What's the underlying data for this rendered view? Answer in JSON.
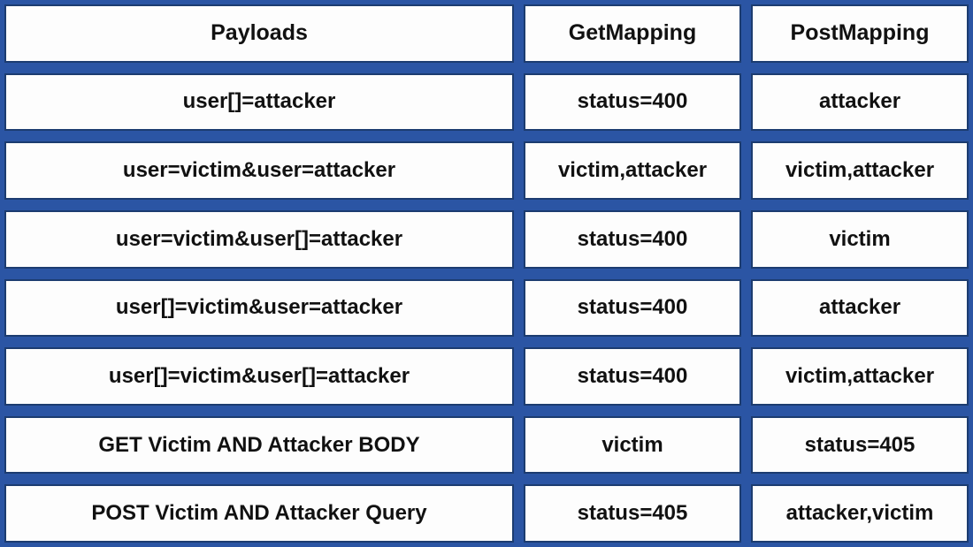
{
  "colors": {
    "background_blue": "#2b55a4",
    "cell_border_blue": "#1c3c70",
    "cell_background": "#fdfdfd",
    "text": "#111111"
  },
  "chart_data": {
    "type": "table",
    "columns": [
      "Payloads",
      "GetMapping",
      "PostMapping"
    ],
    "rows": [
      [
        "user[]=attacker",
        "status=400",
        "attacker"
      ],
      [
        "user=victim&user=attacker",
        "victim,attacker",
        "victim,attacker"
      ],
      [
        "user=victim&user[]=attacker",
        "status=400",
        "victim"
      ],
      [
        "user[]=victim&user=attacker",
        "status=400",
        "attacker"
      ],
      [
        "user[]=victim&user[]=attacker",
        "status=400",
        "victim,attacker"
      ],
      [
        "GET Victim AND Attacker BODY",
        "victim",
        "status=405"
      ],
      [
        "POST Victim AND Attacker Query",
        "status=405",
        "attacker,victim"
      ]
    ]
  }
}
